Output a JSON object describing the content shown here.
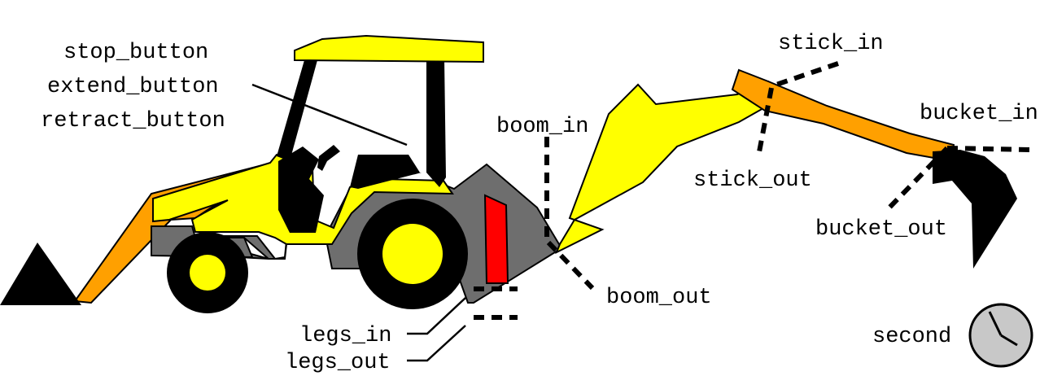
{
  "labels": {
    "stop_button": "stop_button",
    "extend_button": "extend_button",
    "retract_button": "retract_button",
    "boom_in": "boom_in",
    "boom_out": "boom_out",
    "stick_in": "stick_in",
    "stick_out": "stick_out",
    "bucket_in": "bucket_in",
    "bucket_out": "bucket_out",
    "legs_in": "legs_in",
    "legs_out": "legs_out",
    "second": "second"
  },
  "colors": {
    "body_yellow": "#ffff00",
    "arm_orange": "#ffa000",
    "chassis_gray": "#6e6e6e",
    "leg_red": "#ff0000",
    "clock_gray": "#c8c8c8",
    "outline": "#000000"
  },
  "icons": {
    "clock": "clock-icon"
  }
}
